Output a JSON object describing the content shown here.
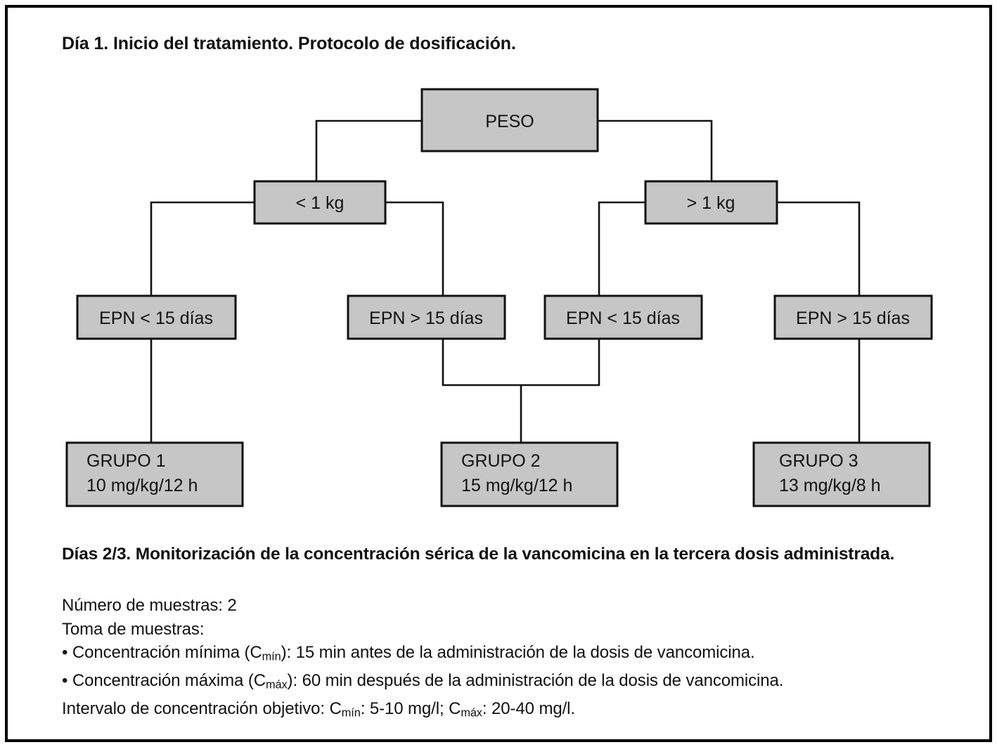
{
  "figure": {
    "title_day1": "Día 1. Inicio del tratamiento. Protocolo de dosificación.",
    "title_days23": "Días 2/3. Monitorización de la concentración sérica de la vancomicina en la tercera dosis administrada."
  },
  "colors": {
    "box_fill": "#c6c6c6",
    "stroke": "#111111",
    "background": "#ffffff",
    "text": "#111111"
  },
  "chart_data": {
    "type": "diagram",
    "title": "Día 1. Inicio del tratamiento. Protocolo de dosificación.",
    "nodes": [
      {
        "id": "peso",
        "label": "PESO",
        "level": 0
      },
      {
        "id": "w_lt",
        "label": "< 1 kg",
        "level": 1
      },
      {
        "id": "w_gt",
        "label": "> 1 kg",
        "level": 1
      },
      {
        "id": "epn1",
        "label": "EPN < 15 días",
        "level": 2
      },
      {
        "id": "epn2",
        "label": "EPN > 15 días",
        "level": 2
      },
      {
        "id": "epn3",
        "label": "EPN < 15 días",
        "level": 2
      },
      {
        "id": "epn4",
        "label": "EPN > 15 días",
        "level": 2
      },
      {
        "id": "g1",
        "label": "GRUPO 1",
        "dose": "10 mg/kg/12 h",
        "level": 3
      },
      {
        "id": "g2",
        "label": "GRUPO 2",
        "dose": "15 mg/kg/12 h",
        "level": 3
      },
      {
        "id": "g3",
        "label": "GRUPO 3",
        "dose": "13 mg/kg/8 h",
        "level": 3
      }
    ],
    "edges": [
      {
        "from": "peso",
        "to": "w_lt"
      },
      {
        "from": "peso",
        "to": "w_gt"
      },
      {
        "from": "w_lt",
        "to": "epn1"
      },
      {
        "from": "w_lt",
        "to": "epn2"
      },
      {
        "from": "w_gt",
        "to": "epn3"
      },
      {
        "from": "w_gt",
        "to": "epn4"
      },
      {
        "from": "epn1",
        "to": "g1"
      },
      {
        "from": "epn2",
        "to": "g2"
      },
      {
        "from": "epn3",
        "to": "g2"
      },
      {
        "from": "epn4",
        "to": "g3"
      }
    ]
  },
  "flow": {
    "peso": "PESO",
    "weight_low": "< 1 kg",
    "weight_high": "> 1 kg",
    "epn_1": "EPN < 15 días",
    "epn_2": "EPN > 15 días",
    "epn_3": "EPN < 15 días",
    "epn_4": "EPN > 15 días",
    "grupo_1_name": "GRUPO 1",
    "grupo_1_dose": "10 mg/kg/12 h",
    "grupo_2_name": "GRUPO 2",
    "grupo_2_dose": "15 mg/kg/12 h",
    "grupo_3_name": "GRUPO 3",
    "grupo_3_dose": "13 mg/kg/8 h"
  },
  "notes": {
    "samples_count": "Número de muestras: 2",
    "sampling_label": "Toma de muestras:",
    "bullet_min_pre": "• Concentración mínima (C",
    "bullet_min_sub": "mín",
    "bullet_min_post": "): 15 min antes de la administración de la dosis de vancomicina.",
    "bullet_max_pre": "• Concentración máxima (C",
    "bullet_max_sub": "máx",
    "bullet_max_post": "): 60 min después de la administración de la dosis de vancomicina.",
    "target_pre": "Intervalo de concentración objetivo: C",
    "target_sub1": "mín",
    "target_mid": ": 5-10 mg/l; C",
    "target_sub2": "máx",
    "target_post": ": 20-40 mg/l."
  }
}
